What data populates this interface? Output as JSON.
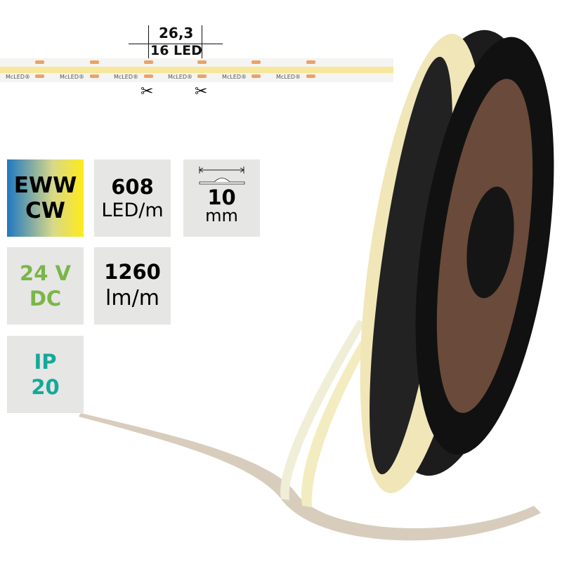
{
  "dimension": {
    "pitch": "26,3",
    "segment": "16 LED"
  },
  "strip": {
    "brand": "McLED®"
  },
  "tiles": {
    "color_temp": {
      "line1": "EWW",
      "line2": "CW"
    },
    "density": {
      "value": "608",
      "unit": "LED/m"
    },
    "width": {
      "value": "10",
      "unit": "mm"
    },
    "voltage": {
      "line1": "24 V",
      "line2": "DC"
    },
    "flux": {
      "value": "1260",
      "unit": "lm/m"
    },
    "ip": {
      "line1": "IP",
      "line2": "20"
    }
  },
  "colors": {
    "tile_bg": "#e6e6e4",
    "voltage_green": "#7ab648",
    "ip_teal": "#14a99a",
    "reel": "#1a1a1a",
    "strip_yellow": "#f7e79a",
    "pad_orange": "#eaa26a"
  }
}
